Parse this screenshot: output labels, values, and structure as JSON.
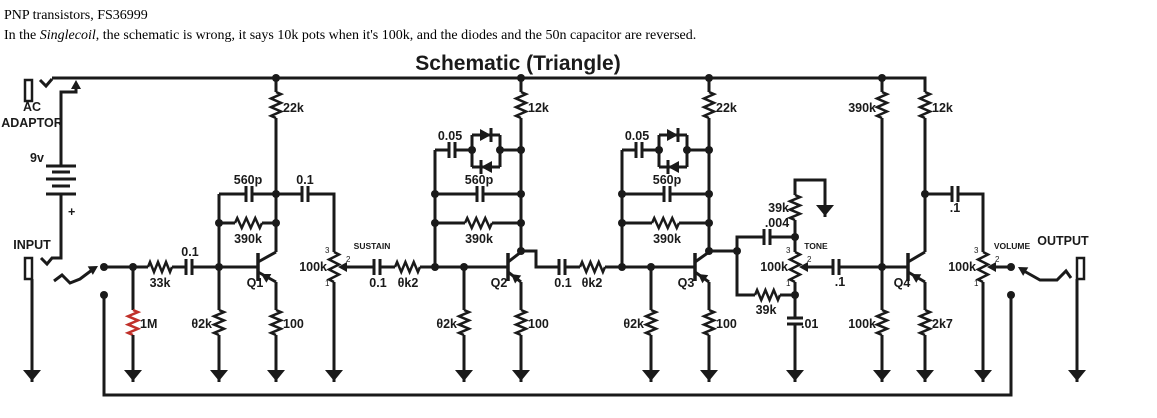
{
  "header": {
    "line1": "PNP transistors, FS36999",
    "line2_prefix": "In the ",
    "line2_italic": "Singlecoil",
    "line2_suffix": ", the schematic is wrong, it says 10k pots when it's 100k, and the diodes and the 50n capacitor are reversed."
  },
  "title": "Schematic (Triangle)",
  "colors": {
    "wire": "#1a1a1a",
    "highlight_resistor": "#c0302a"
  },
  "labels": {
    "ac": "AC",
    "adaptor": "ADAPTOR",
    "battery": "9v",
    "plus": "+",
    "input": "INPUT",
    "output": "OUTPUT",
    "q1_r22k": "22k",
    "q1_c560p": "560p",
    "q1_c01_out": "0.1",
    "q1_r390k": "390k",
    "q1_c01_in": "0.1",
    "r33k": "33k",
    "q1": "Q1",
    "r1m": "1M",
    "q1_r82k": "θ2k",
    "q1_r100": "100",
    "sustain_val": "100k",
    "sustain": "SUSTAIN",
    "pin3": "3",
    "pin2": "2",
    "pin1": "1",
    "s2_c01": "0.1",
    "s2_r6k2": "θk2",
    "q2_r12k": "12k",
    "q2_c005": "0.05",
    "q2_c560p": "560p",
    "q2_r390k": "390k",
    "q2": "Q2",
    "q2_r82k": "θ2k",
    "q2_r100": "100",
    "s3_c01": "0.1",
    "s3_r6k2": "θk2",
    "q3_r22k": "22k",
    "q3_c005": "0.05",
    "q3_c560p": "560p",
    "q3_r390k": "390k",
    "q3": "Q3",
    "q3_r82k": "θ2k",
    "q3_r100": "100",
    "tone_r39k_top": "39k",
    "tone_c004": ".004",
    "tone": "TONE",
    "tone_val": "100k",
    "tone_r39k_low": "39k",
    "tone_c01": ".01",
    "tone_cout": ".1",
    "q4_r390k": "390k",
    "q4_r12k": "12k",
    "q4_cout": ".1",
    "q4": "Q4",
    "q4_r100k": "100k",
    "q4_r2k7": "2k7",
    "volume_val": "100k",
    "volume": "VOLUME"
  }
}
